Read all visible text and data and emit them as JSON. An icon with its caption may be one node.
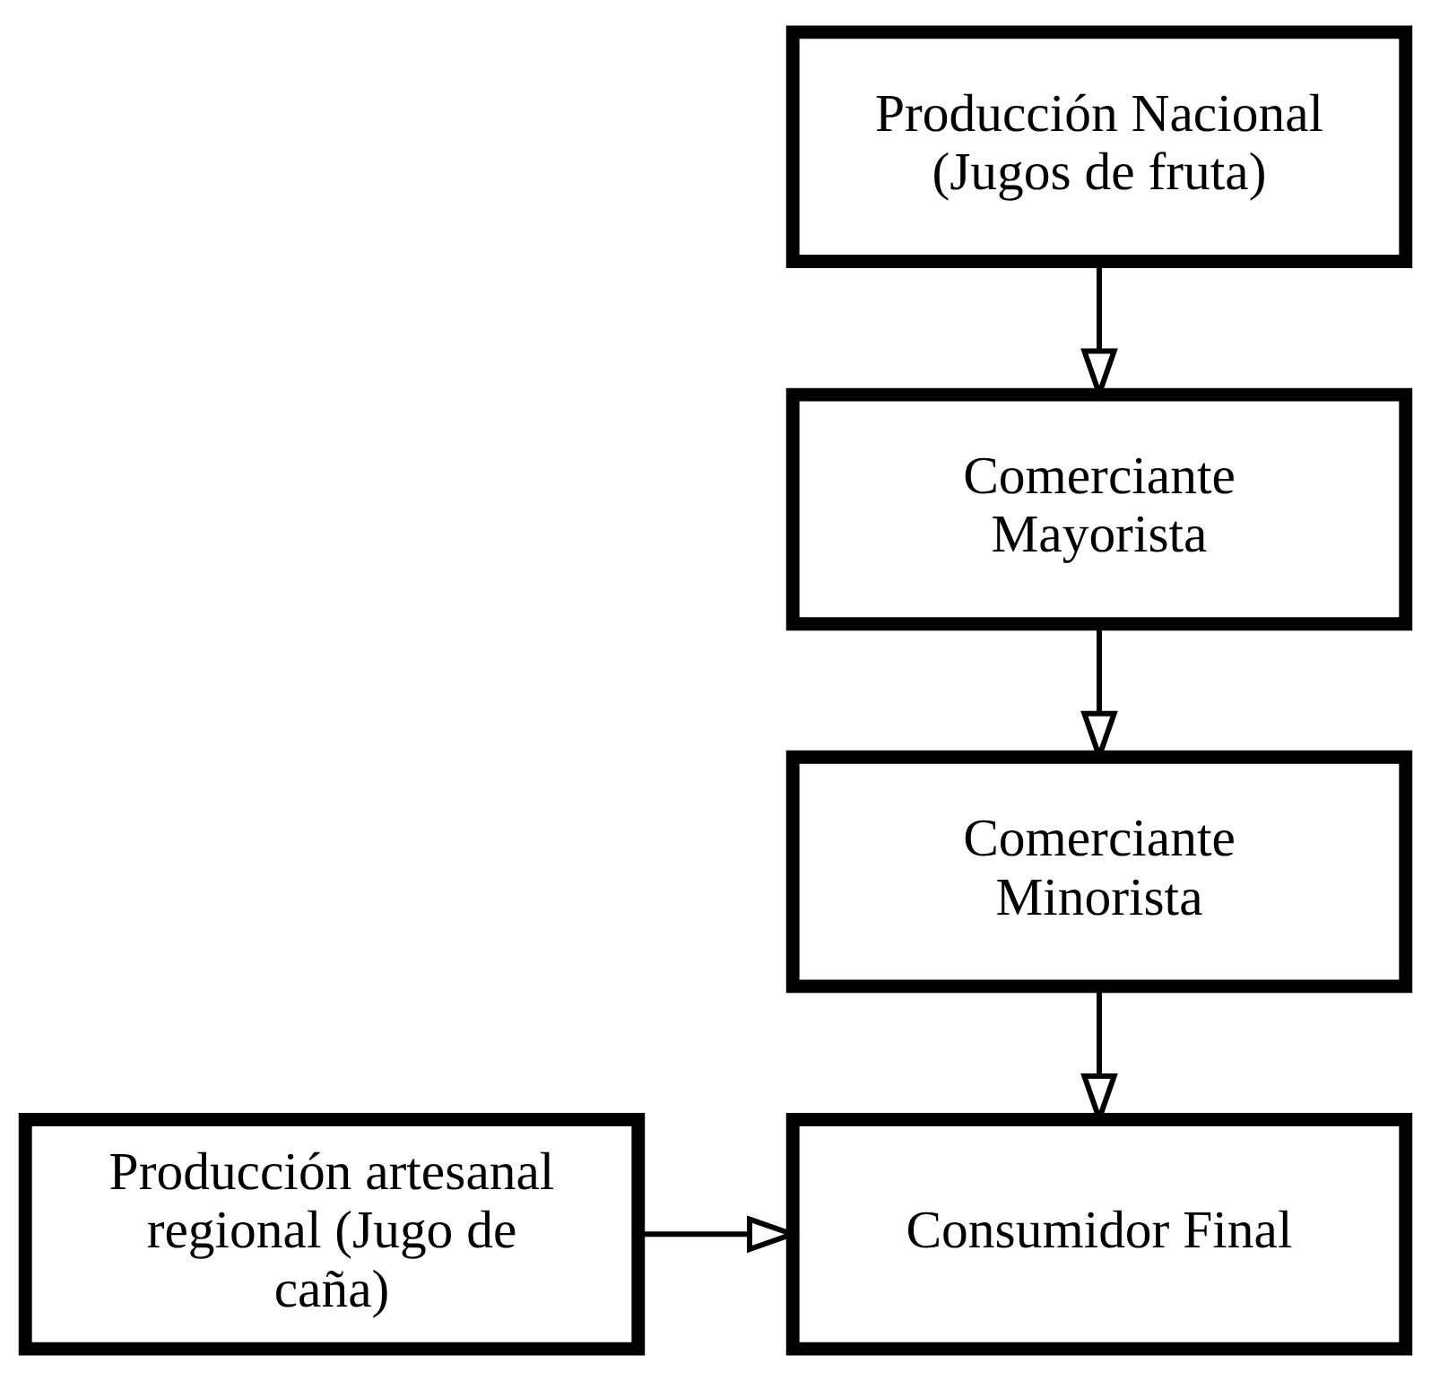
{
  "diagram": {
    "nodes": [
      {
        "text": [
          "Producción Nacional (Jugos de fruta)"
        ]
      },
      {
        "text": [
          "Comerciante Mayorista"
        ]
      },
      {
        "text": [
          "Comerciante Minorista"
        ]
      },
      {
        "text": [
          "Consumidor Final"
        ]
      },
      {
        "text": [
          "Producción artesanal regional (Jugo de caña)"
        ]
      }
    ],
    "edges": [
      {
        "from": 0,
        "to": 1,
        "arrow": "to"
      },
      {
        "from": 1,
        "to": 2,
        "arrow": "to"
      },
      {
        "from": 2,
        "to": 3,
        "arrow": "to"
      },
      {
        "from": 4,
        "to": 3,
        "arrow": "to"
      }
    ]
  }
}
